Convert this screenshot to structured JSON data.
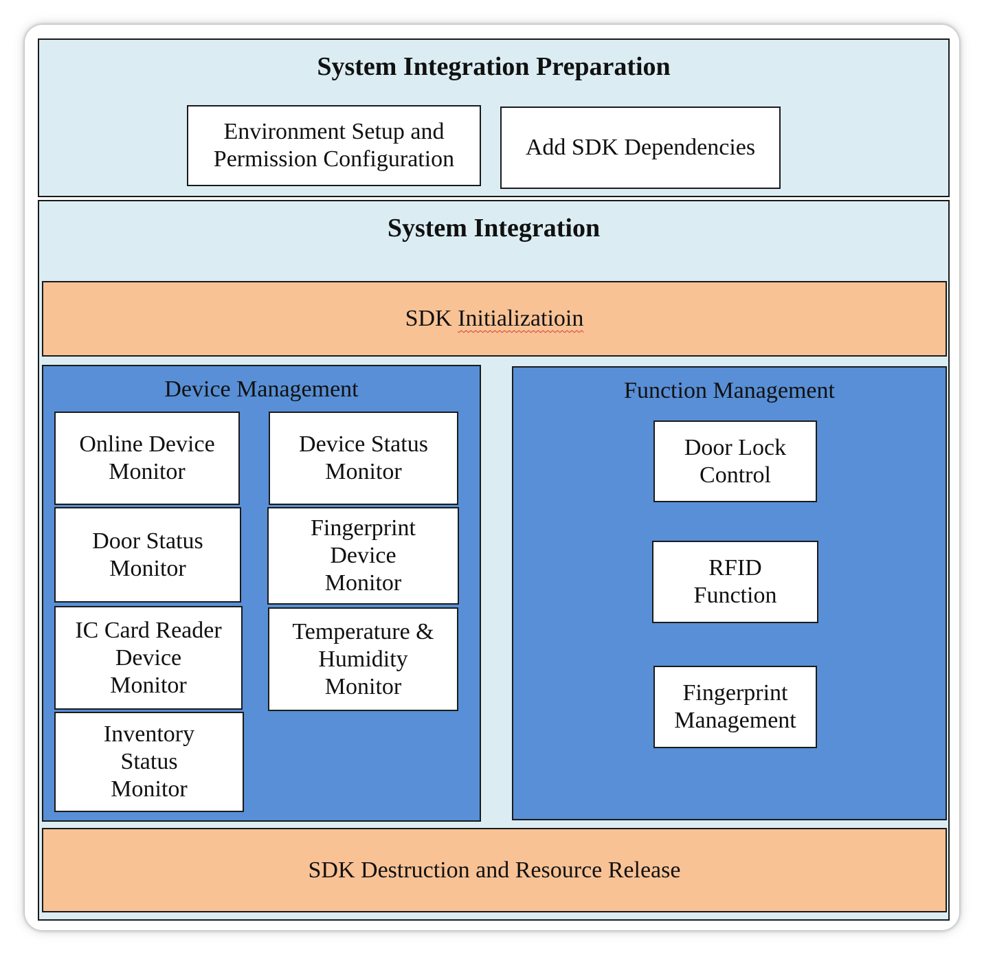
{
  "preparation": {
    "title": "System Integration Preparation",
    "items": [
      "Environment Setup and\nPermission Configuration",
      "Add SDK Dependencies"
    ]
  },
  "integration": {
    "title": "System Integration",
    "sdk_init": {
      "prefix": "SDK ",
      "word": "Initializatioin"
    },
    "device_management": {
      "title": "Device Management",
      "items": [
        "Online Device\nMonitor",
        "Device Status\nMonitor",
        "Door Status\nMonitor",
        "Fingerprint\nDevice\nMonitor",
        "IC Card Reader\nDevice\nMonitor",
        "Temperature &\nHumidity\nMonitor",
        "Inventory\nStatus\nMonitor"
      ]
    },
    "function_management": {
      "title": "Function Management",
      "items": [
        "Door Lock\nControl",
        "RFID\nFunction",
        "Fingerprint\nManagement"
      ]
    },
    "sdk_release": "SDK Destruction and Resource Release"
  },
  "colors": {
    "panel_background": "#dbedf3",
    "sdk_bar": "#f8c295",
    "management_panel": "#588fd6"
  }
}
